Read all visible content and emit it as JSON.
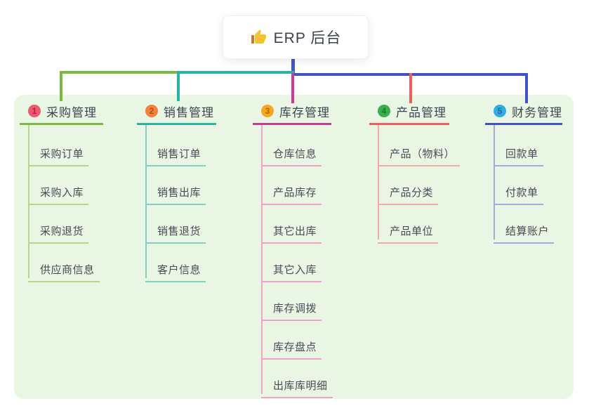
{
  "root": {
    "label": "ERP 后台",
    "icon": "thumbs-up-icon",
    "connector_color": "#4356c9",
    "card_bg": "#ffffff",
    "text_color": "#3c4250"
  },
  "panel": {
    "bg_color": "#e8f6e3"
  },
  "branches": [
    {
      "index": "1",
      "label": "采购管理",
      "badge_color": "#ef5870",
      "badge_text_color": "#a8273f",
      "line_color": "#7cb93e",
      "child_line_color": "#b4d78c",
      "children": [
        "采购订单",
        "采购入库",
        "采购退货",
        "供应商信息"
      ]
    },
    {
      "index": "2",
      "label": "销售管理",
      "badge_color": "#f2803e",
      "badge_text_color": "#ad4f12",
      "line_color": "#28b3a2",
      "child_line_color": "#84cfc5",
      "children": [
        "销售订单",
        "销售出库",
        "销售退货",
        "客户信息"
      ]
    },
    {
      "index": "3",
      "label": "库存管理",
      "badge_color": "#f7a623",
      "badge_text_color": "#a86f00",
      "line_color": "#cb3b92",
      "child_line_color": "#f2a2ca",
      "children": [
        "仓库信息",
        "产品库存",
        "其它出库",
        "其它入库",
        "库存调拨",
        "库存盘点",
        "出库库明细"
      ]
    },
    {
      "index": "4",
      "label": "产品管理",
      "badge_color": "#3cae50",
      "badge_text_color": "#1b7a31",
      "line_color": "#f25c5c",
      "child_line_color": "#f4abab",
      "children": [
        "产品（物料）",
        "产品分类",
        "产品单位"
      ]
    },
    {
      "index": "5",
      "label": "财务管理",
      "badge_color": "#32ade2",
      "badge_text_color": "#146d9c",
      "line_color": "#4053c6",
      "child_line_color": "#a2abdf",
      "children": [
        "回款单",
        "付款单",
        "结算账户"
      ]
    }
  ]
}
